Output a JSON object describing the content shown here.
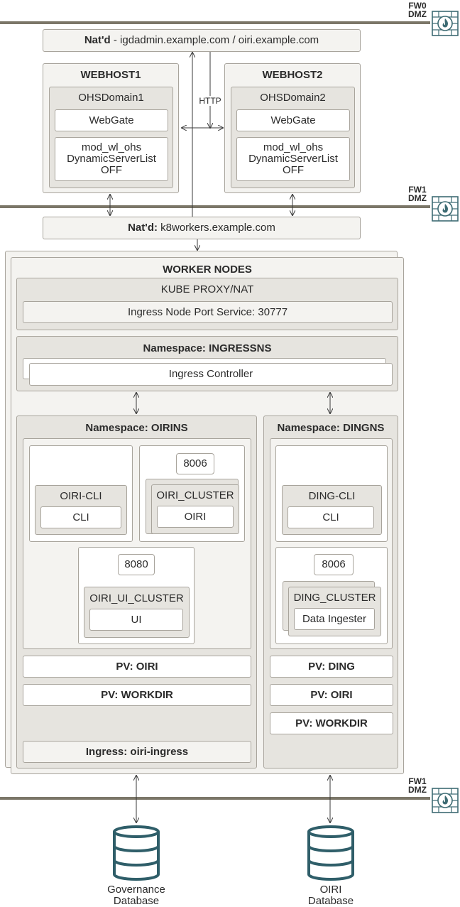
{
  "firewalls": {
    "fw0": {
      "line1": "FW0",
      "line2": "DMZ"
    },
    "fw1_top": {
      "line1": "FW1",
      "line2": "DMZ"
    },
    "fw1_bottom": {
      "line1": "FW1",
      "line2": "DMZ"
    }
  },
  "nat_top": {
    "bold": "Nat'd",
    "rest": " - igdadmin.example.com / oiri.example.com"
  },
  "http_label": "HTTP",
  "webhost1": {
    "title": "WEBHOST1",
    "domain": "OHSDomain1",
    "webgate": "WebGate",
    "mod1": "mod_wl_ohs",
    "mod2": "DynamicServerList",
    "mod3": "OFF"
  },
  "webhost2": {
    "title": "WEBHOST2",
    "domain": "OHSDomain2",
    "webgate": "WebGate",
    "mod1": "mod_wl_ohs",
    "mod2": "DynamicServerList",
    "mod3": "OFF"
  },
  "nat_workers": {
    "bold": "Nat'd:",
    "rest": " k8workers.example.com"
  },
  "worker_nodes": {
    "title": "WORKER NODES",
    "kube_proxy": "KUBE PROXY/NAT",
    "ingress_port": "Ingress Node Port Service: 30777",
    "ingressns": {
      "title": "Namespace: INGRESSNS",
      "controller": "Ingress Controller"
    },
    "oirins": {
      "title": "Namespace: OIRINS",
      "oiri_cli": {
        "title": "OIRI-CLI",
        "inner": "CLI"
      },
      "oiri_cluster": {
        "port": "8006",
        "title": "OIRI_CLUSTER",
        "inner": "OIRI"
      },
      "oiri_ui": {
        "port": "8080",
        "title": "OIRI_UI_CLUSTER",
        "inner": "UI"
      },
      "pv1": "PV: OIRI",
      "pv2": "PV: WORKDIR",
      "ingress": "Ingress: oiri-ingress"
    },
    "dingns": {
      "title": "Namespace: DINGNS",
      "ding_cli": {
        "title": "DING-CLI",
        "inner": "CLI"
      },
      "ding_cluster": {
        "port": "8006",
        "title": "DING_CLUSTER",
        "inner": "Data Ingester"
      },
      "pv1": "PV: DING",
      "pv2": "PV: OIRI",
      "pv3": "PV: WORKDIR"
    }
  },
  "databases": {
    "governance": {
      "line1": "Governance",
      "line2": "Database"
    },
    "oiri": {
      "line1": "OIRI",
      "line2": "Database"
    }
  },
  "colors": {
    "db": "#2f5e69",
    "firewall": "#3d6b73",
    "fwline": "#7b7668"
  }
}
